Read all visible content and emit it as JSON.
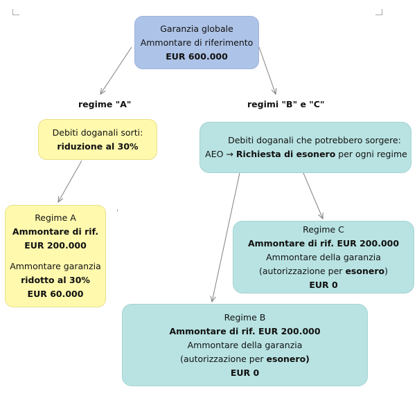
{
  "top_box": {
    "line1": "Garanzia globale",
    "line2": "Ammontare di riferimento",
    "line3": "EUR 600.000"
  },
  "regime_a_label": "regime \"A\"",
  "regimes_bc_label": "regimi \"B\" e \"C\"",
  "debts_incurred_box": {
    "line1": "Debiti doganali sorti:",
    "line2": "riduzione al 30%"
  },
  "potential_debts_box": {
    "line1": "Debiti doganali che potrebbero sorgere:",
    "line2_prefix": "AEO →",
    "line2_bold": "Richiesta di esonero",
    "line2_suffix": "per ogni regime"
  },
  "regime_a_box": {
    "title": "Regime A",
    "ref_label": "Ammontare di rif.",
    "ref_value": "EUR 200.000",
    "guarantee_label": "Ammontare garanzia",
    "reduced": "ridotto al 30%",
    "guarantee_value": "EUR 60.000"
  },
  "regime_c_box": {
    "title": "Regime C",
    "ref": "Ammontare di rif. EUR 200.000",
    "guarantee_label": "Ammontare della garanzia",
    "auth_prefix": "(autorizzazione per",
    "auth_bold": "esonero",
    "auth_suffix": ")",
    "guarantee_value": "EUR 0"
  },
  "regime_b_box": {
    "title": "Regime B",
    "ref": "Ammontare di rif. EUR 200.000",
    "guarantee_label": "Ammontare della garanzia",
    "auth_prefix": "(autorizzazione per",
    "auth_bold": "esonero)",
    "guarantee_value": "EUR 0"
  },
  "colors": {
    "top_box": "#adc3e7",
    "yellow_boxes": "#fff9ae",
    "teal_boxes": "#b8e3e2",
    "arrows": "#808080"
  }
}
